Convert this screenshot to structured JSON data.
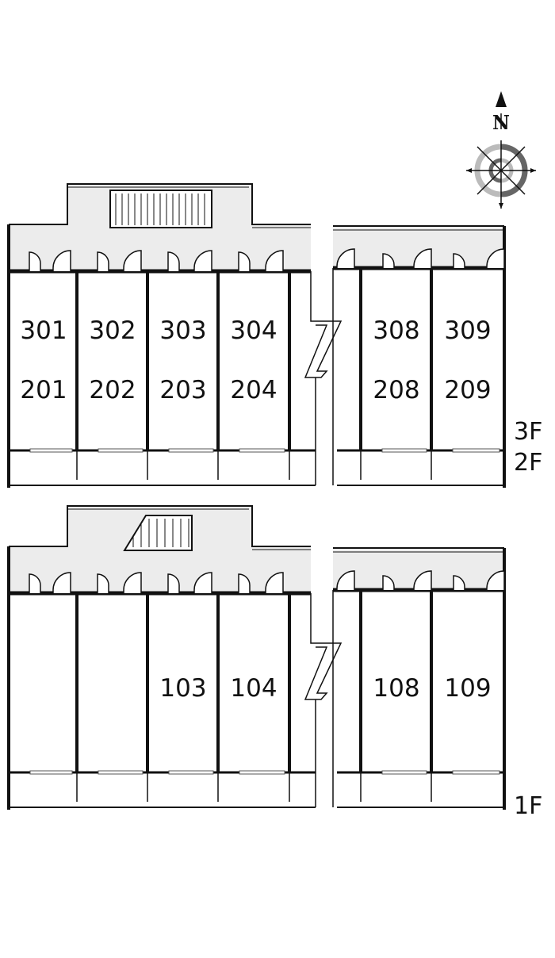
{
  "compass": {
    "north_label": "N"
  },
  "colors": {
    "corridor": "#ececec",
    "wall": "#111111",
    "ring_dark": "#666666",
    "ring_light": "#bbbbbb"
  },
  "upper_block": {
    "floor_labels": [
      "3F",
      "2F"
    ],
    "rooms": [
      {
        "top": "301",
        "bottom": "201"
      },
      {
        "top": "302",
        "bottom": "202"
      },
      {
        "top": "303",
        "bottom": "203"
      },
      {
        "top": "304",
        "bottom": "204"
      },
      {
        "top": "308",
        "bottom": "208"
      },
      {
        "top": "309",
        "bottom": "209"
      }
    ]
  },
  "lower_block": {
    "floor_labels": [
      "1F"
    ],
    "rooms": [
      {
        "label": ""
      },
      {
        "label": ""
      },
      {
        "label": "103"
      },
      {
        "label": "104"
      },
      {
        "label": "108"
      },
      {
        "label": "109"
      }
    ]
  }
}
